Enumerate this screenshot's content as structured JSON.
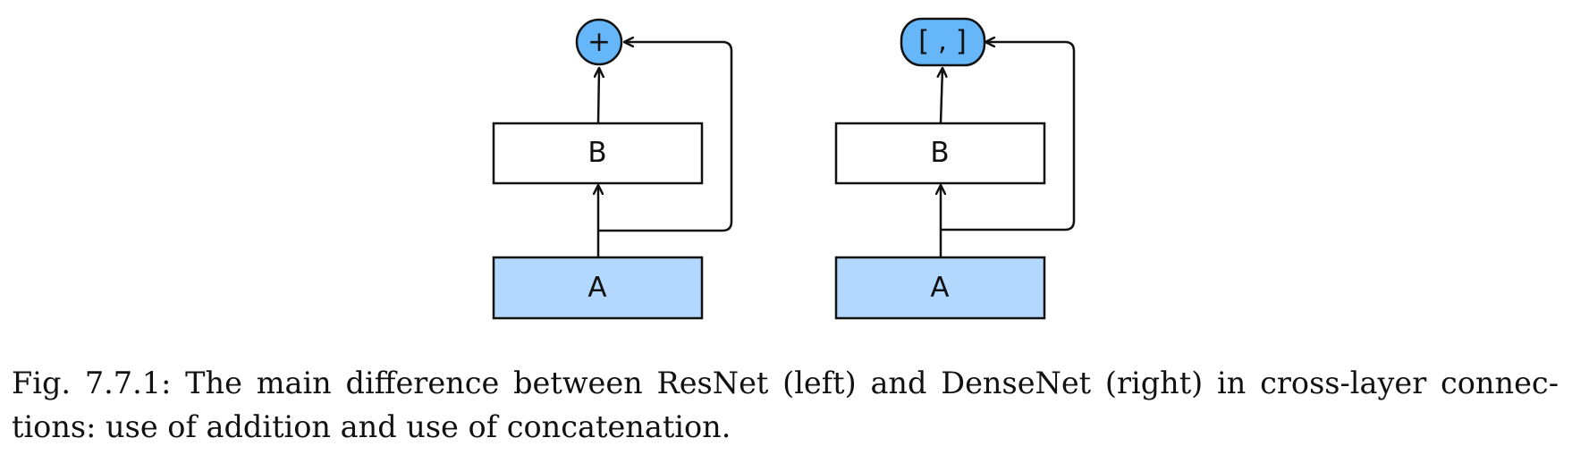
{
  "diagram": {
    "left": {
      "op_symbol": "+",
      "block_b": "B",
      "block_a": "A"
    },
    "right": {
      "op_symbol": "[ , ]",
      "block_b": "B",
      "block_a": "A"
    }
  },
  "caption": {
    "label": "Fig. 7.7.1:",
    "text": "The main difference between ResNet (left) and DenseNet (right) in cross-layer connec­tions: use of addition and use of concatenation."
  },
  "colors": {
    "block_a_fill": "#b2d8ff",
    "op_fill": "#66b6fa",
    "block_b_fill": "#ffffff",
    "stroke": "#111111"
  }
}
